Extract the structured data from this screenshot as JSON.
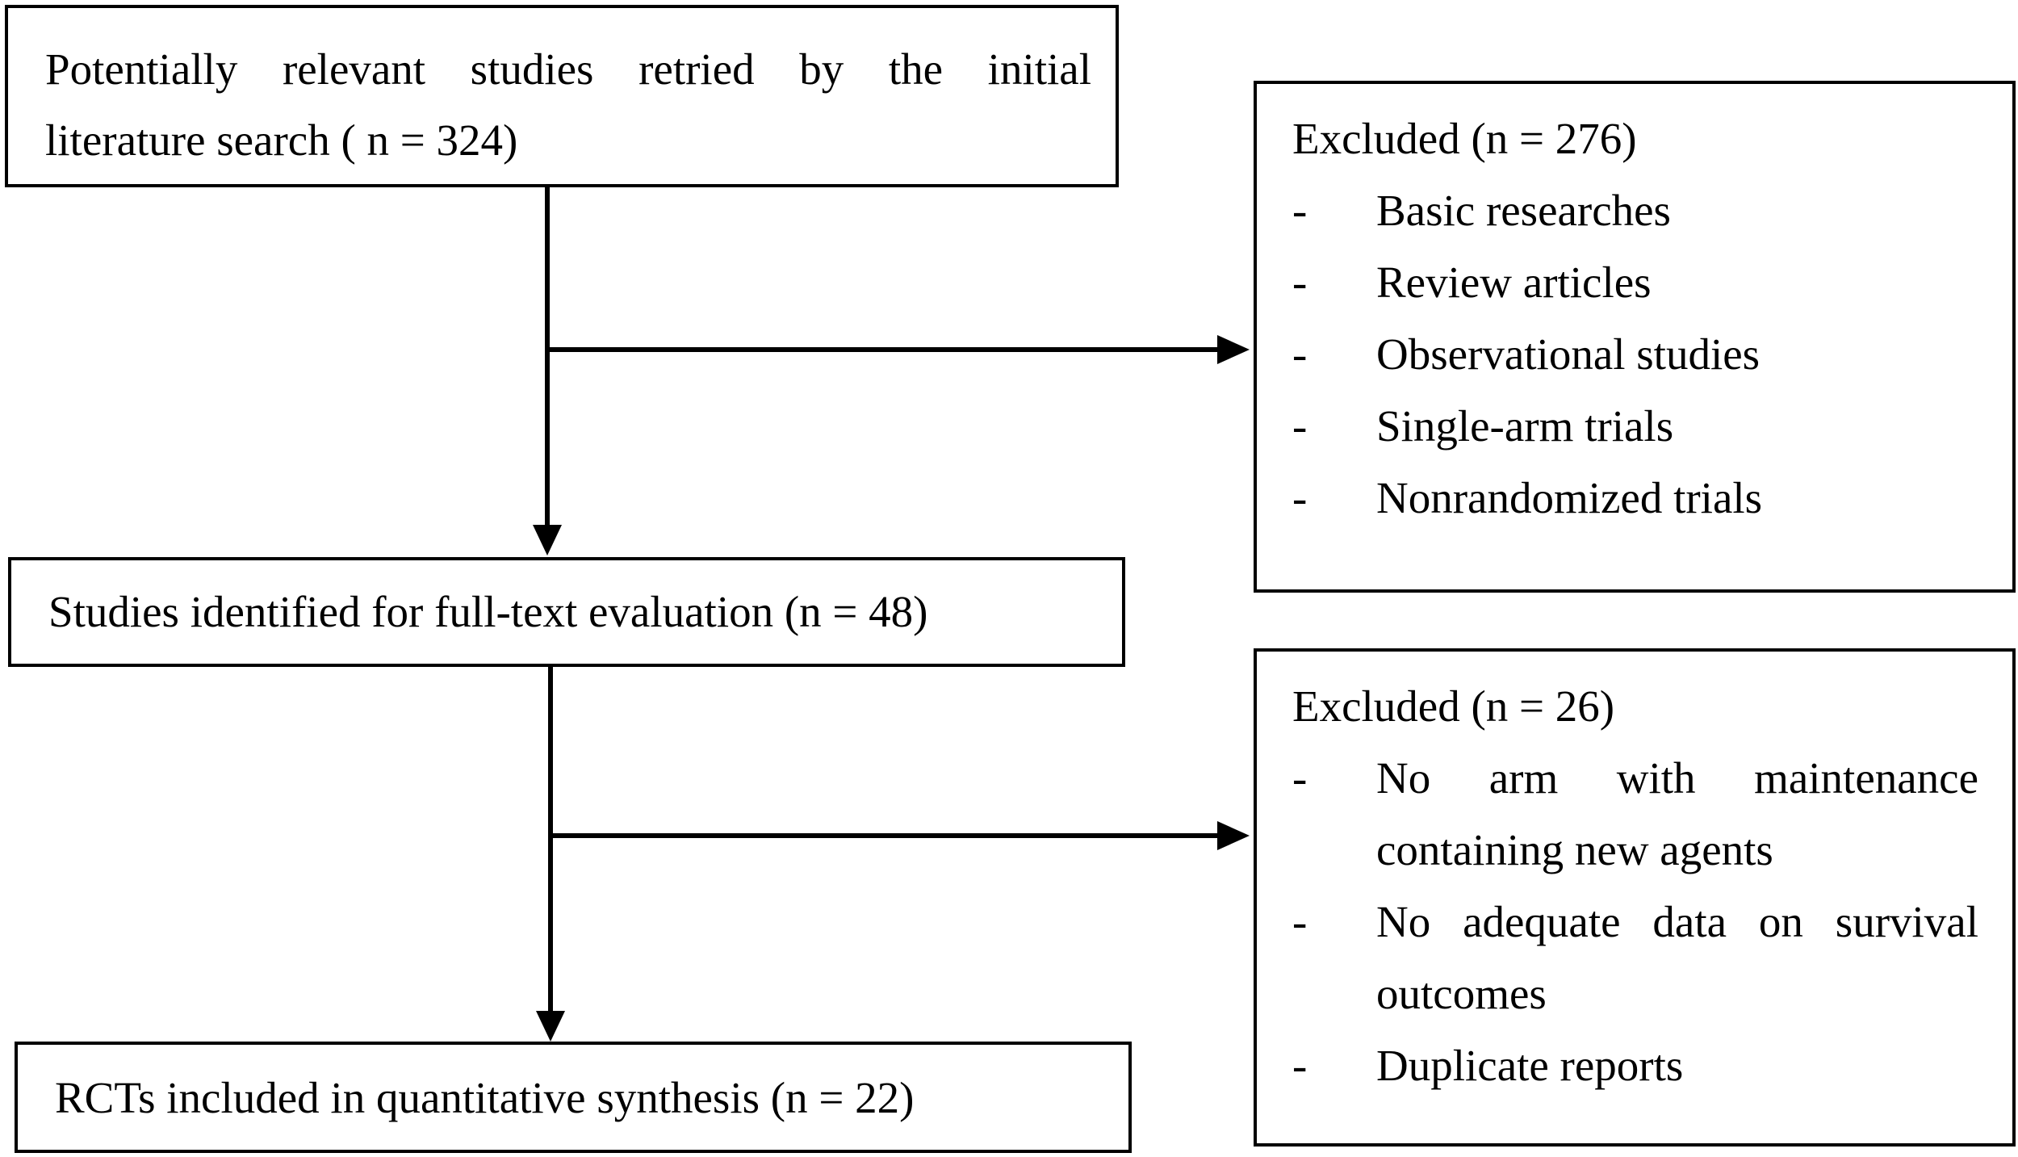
{
  "flow": {
    "search": {
      "line1": "Potentially relevant studies retried by the initial",
      "line2": "literature search ( n = 324)"
    },
    "fulltext": {
      "label": "Studies identified for full-text evaluation (n = 48)"
    },
    "included": {
      "label": "RCTs included in quantitative synthesis (n = 22)"
    },
    "excluded_1": {
      "title": "Excluded (n = 276)",
      "items": [
        "Basic researches",
        "Review articles",
        "Observational studies",
        "Single-arm trials",
        "Nonrandomized trials"
      ]
    },
    "excluded_2": {
      "title": "Excluded (n = 26)",
      "items": [
        "No arm with maintenance containing new agents",
        "No adequate data on survival outcomes",
        "Duplicate reports"
      ]
    },
    "bullet": "-"
  }
}
